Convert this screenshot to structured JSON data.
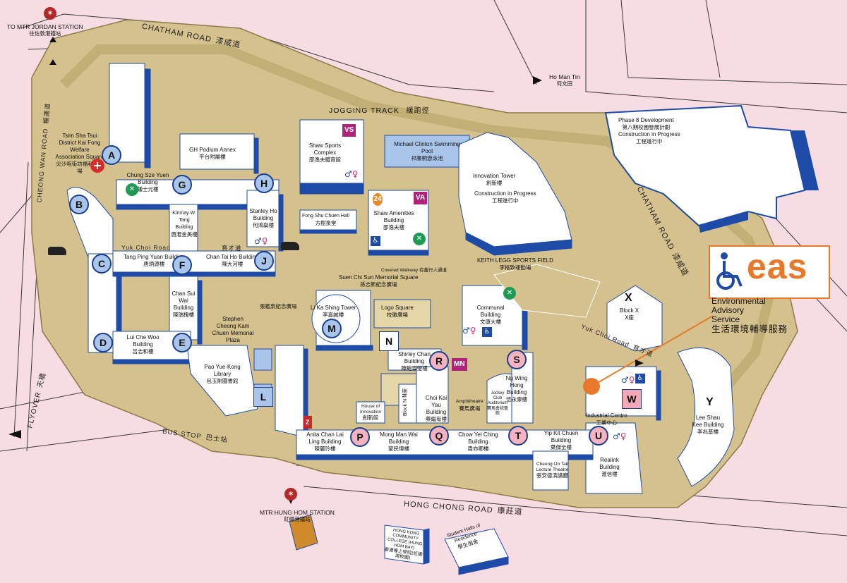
{
  "colors": {
    "background": "#f7dde2",
    "campus": "#d4c18d",
    "building_top": "#ffffff",
    "building_shadow": "#1f4ba8",
    "building_light": "#a9c6ea",
    "eas_orange": "#e8792b",
    "marker_blue": "#a9c6ea",
    "marker_pink": "#f3b3bf"
  },
  "roads": {
    "chatham_top": "CHATHAM ROAD",
    "chatham_top_zh": "漆咸道",
    "chatham_right": "CHATHAM ROAD",
    "chatham_right_zh": "漆咸道",
    "hong_chong": "HONG CHONG ROAD",
    "hong_chong_zh": "康莊道",
    "cheong_wan": "CHEONG WAN ROAD",
    "cheong_wan_zh": "暢運道",
    "flyover": "FLYOVER",
    "flyover_zh": "天橋",
    "yuk_choi_left": "Yuk Choi Road",
    "yuk_choi_left_zh": "育才道",
    "yuk_choi_right": "Yuk Choi Road",
    "yuk_choi_right_zh": "育才道",
    "bus_stop": "BUS STOP",
    "bus_stop_zh": "巴士站"
  },
  "directions": {
    "jordan": "TO MTR JORDAN STATION",
    "jordan_zh": "往佐敦港鐵站",
    "ho_man_tin": "Ho Man Tin",
    "ho_man_tin_zh": "何文田",
    "hung_hom": "MTR HUNG HOM STATION",
    "hung_hom_zh": "紅磡港鐵站"
  },
  "areas": {
    "jogging": "JOGGING TRACK",
    "jogging_zh": "緩跑徑",
    "keith_legg": "KEITH LEGG SPORTS FIELD",
    "keith_legg_zh": "李格致運動場",
    "suen_chi_sun": "Suen Chi Sun Memorial Square",
    "suen_chi_sun_zh": "孫志新紀念廣場",
    "covered_walkway": "Covered Walkway 有蓋行人通道",
    "logo_square": "Logo Square",
    "logo_square_zh": "校徽廣場",
    "stephen_cheong": "Stephen Cheong Kam Chuen Memorial Plaza",
    "stephen_cheong_zh": "張鑑泉紀念廣場",
    "tst_square": "Tsim Sha Tsui District Kai Fong Welfare Association Square",
    "tst_square_zh": "尖沙咀街坊福利會廣場",
    "amphitheatre": "Amphitheatre",
    "amphitheatre_zh": "賽馬廣場"
  },
  "buildings": {
    "a": "Chung Sze Yuen Building",
    "a_zh": "鍾士元樓",
    "gh_podium": "GH Podium Annex",
    "gh_podium_zh": "平台附屬樓",
    "kinmay": "Kinmay W. Tang Building",
    "kinmay_zh": "唐滙金美樓",
    "stanley": "Stanley Ho Building",
    "stanley_zh": "何鴻燊樓",
    "c": "Tang Ping Yuan Building",
    "c_zh": "唐炳源樓",
    "f": "Chan Tai Ho Building",
    "f_zh": "陳大河樓",
    "chan_sui_wai": "Chan Sui Wai Building",
    "chan_sui_wai_zh": "陳瑞槐樓",
    "d": "Lui Che Woo Building",
    "d_zh": "呂志和樓",
    "library": "Pao Yue-Kong Library",
    "library_zh": "包玉剛圖書館",
    "shaw_sports": "Shaw Sports Complex",
    "shaw_sports_zh": "邵逸夫體育館",
    "pool": "Michael Clinton Swimming Pool",
    "pool_zh": "祁廉桐游泳池",
    "fong_shu_chuen": "Fong Shu Chuen Hall",
    "fong_shu_chuen_zh": "方樹泉堂",
    "shaw_amenities": "Shaw Amenities Building",
    "shaw_amenities_zh": "邵逸夫樓",
    "innovation_tower": "Innovation Tower",
    "innovation_tower_zh": "創新樓",
    "in_progress": "Construction in Progress",
    "in_progress_zh": "工程進行中",
    "phase8": "Phase 8 Development",
    "phase8_zh": "第八期校園發展計劃",
    "phase8_progress": "Construction in Progress",
    "phase8_progress_zh": "工程進行中",
    "m": "Li Ka Shing Tower",
    "m_zh": "李嘉誠樓",
    "communal": "Communal Building",
    "communal_zh": "文康大樓",
    "x": "Block X",
    "x_zh": "X座",
    "r": "Shirley Chan Building",
    "r_zh": "陳鮑雪瑩樓",
    "choi_kai_yau": "Choi Kai Yau Building",
    "choi_kai_yau_zh": "蔡繼有樓",
    "ng_wing_hong": "Ng Wing Hong Building",
    "ng_wing_hong_zh": "伍永康樓",
    "jockey": "Jockey Club Auditorium",
    "jockey_zh": "賽馬會綜藝館",
    "house_innovation": "House of Innovation",
    "house_innovation_zh": "創新館",
    "block_n": "Block N",
    "block_n_zh": "N座",
    "industrial": "Industrial Centre",
    "industrial_zh": "工業中心",
    "y": "Lee Shau Kee Building",
    "y_zh": "李兆基樓",
    "p": "Anita Chan Lai Ling Building",
    "p_zh": "陳麗玲樓",
    "q": "Mong Man Wai Building",
    "q_zh": "蒙民偉樓",
    "chow_yei_ching": "Chow Yei Ching Building",
    "chow_yei_ching_zh": "周亦卿樓",
    "yip_kit_chuen": "Yip Kit Chuen Building",
    "yip_kit_chuen_zh": "葉傑全樓",
    "realink": "Realink Building",
    "realink_zh": "滙信樓",
    "cheung_on_tak": "Cheung On Tak Lecture Theatre",
    "cheung_on_tak_zh": "張安德演講廳",
    "hkcc": "HONG KONG COMMUNITY COLLEGE (HUNG HOM BAY)",
    "hkcc_zh": "香港專上學院(紅磡灣校園)",
    "halls": "Student Halls of Residence",
    "halls_zh": "學生宿舍"
  },
  "markers": {
    "a": "A",
    "b": "B",
    "c": "C",
    "d": "D",
    "e": "E",
    "f": "F",
    "g": "G",
    "h": "H",
    "j": "J",
    "l": "L",
    "m": "M",
    "n": "N",
    "p": "P",
    "q": "Q",
    "r": "R",
    "s": "S",
    "t": "T",
    "u": "U",
    "w": "W",
    "x": "X",
    "y": "Y"
  },
  "tags": {
    "vs": "VS",
    "va": "VA",
    "mn": "MN",
    "z": "Z",
    "hours24": "24"
  },
  "eas": {
    "logo": "eas",
    "line1": "Environmental",
    "line2": "Advisory",
    "line3": "Service",
    "line4": "生活環境輔導服務"
  },
  "icons": [
    "first-aid-icon",
    "restaurant-icon",
    "toilet-icon",
    "wheelchair-icon",
    "car-icon",
    "mtr-logo-icon",
    "direction-arrow-icon"
  ]
}
